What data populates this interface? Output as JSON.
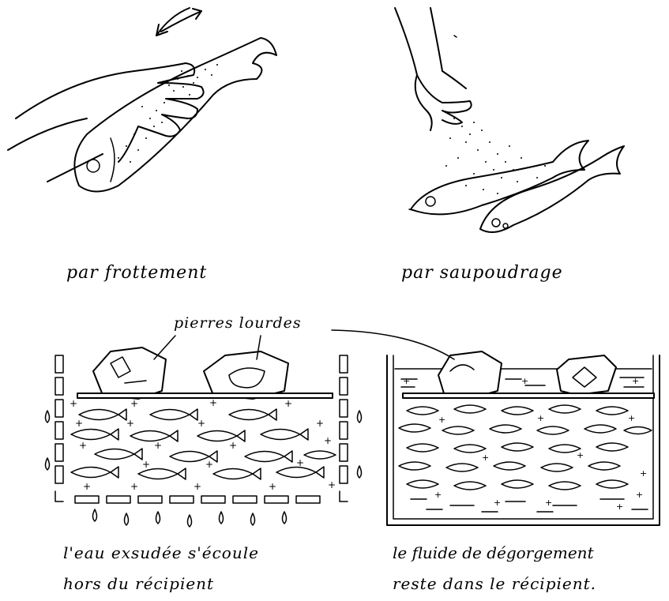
{
  "captions": {
    "rubbing": "par frottement",
    "sprinkling": "par saupoudrage",
    "stones": "pierres lourdes",
    "drain_line1": "l'eau exsudée s'écoule",
    "drain_line2": "hors du récipient",
    "keep_line1": "le fluide de dégorgement",
    "keep_line2": "reste dans le récipient."
  }
}
